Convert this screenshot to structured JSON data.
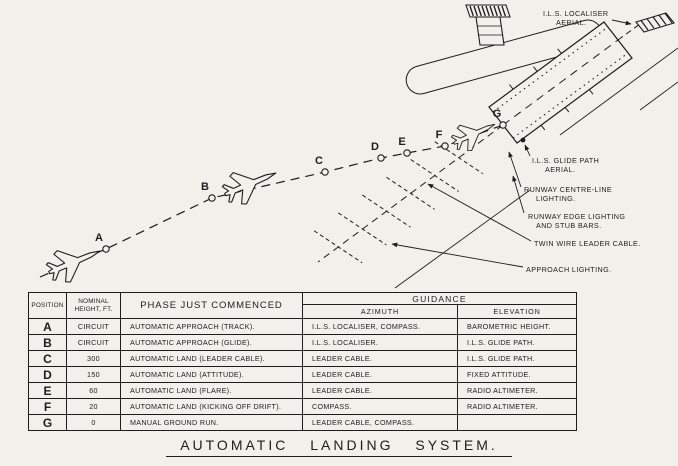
{
  "page": {
    "title": "AUTOMATIC LANDING SYSTEM."
  },
  "diagram": {
    "waypoints": {
      "a": "A",
      "b": "B",
      "c": "C",
      "d": "D",
      "e": "E",
      "f": "F",
      "g": "G"
    },
    "callouts": {
      "localiser_1": "I.L.S. LOCALISER",
      "localiser_2": "AERIAL.",
      "glidepath_1": "I.L.S. GLIDE PATH",
      "glidepath_2": "AERIAL.",
      "centreline_1": "RUNWAY CENTRE-LINE",
      "centreline_2": "LIGHTING.",
      "edge_1": "RUNWAY EDGE LIGHTING",
      "edge_2": "AND STUB BARS.",
      "leader_cable": "TWIN WIRE LEADER CABLE.",
      "approach_lighting": "APPROACH LIGHTING."
    }
  },
  "table": {
    "headers": {
      "position": "POSITION",
      "height": "NOMINAL HEIGHT, FT.",
      "phase": "PHASE JUST COMMENCED",
      "guidance": "GUIDANCE",
      "azimuth": "AZIMUTH",
      "elevation": "ELEVATION"
    },
    "rows": [
      {
        "position": "A",
        "height": "CIRCUIT",
        "phase": "AUTOMATIC APPROACH (TRACK).",
        "azimuth": "I.L.S. LOCALISER, COMPASS.",
        "elevation": "BAROMETRIC HEIGHT."
      },
      {
        "position": "B",
        "height": "CIRCUIT",
        "phase": "AUTOMATIC APPROACH (GLIDE).",
        "azimuth": "I.L.S. LOCALISER.",
        "elevation": "I.L.S. GLIDE PATH."
      },
      {
        "position": "C",
        "height": "300",
        "phase": "AUTOMATIC LAND (LEADER CABLE).",
        "azimuth": "LEADER CABLE.",
        "elevation": "I.L.S. GLIDE PATH."
      },
      {
        "position": "D",
        "height": "150",
        "phase": "AUTOMATIC LAND  (ATTITUDE).",
        "azimuth": "LEADER CABLE.",
        "elevation": "FIXED ATTITUDE."
      },
      {
        "position": "E",
        "height": "60",
        "phase": "AUTOMATIC LAND  (FLARE).",
        "azimuth": "LEADER CABLE.",
        "elevation": "RADIO ALTIMETER."
      },
      {
        "position": "F",
        "height": "20",
        "phase": "AUTOMATIC LAND (KICKING OFF DRIFT).",
        "azimuth": "COMPASS.",
        "elevation": "RADIO ALTIMETER."
      },
      {
        "position": "G",
        "height": "0",
        "phase": "MANUAL GROUND RUN.",
        "azimuth": "LEADER CABLE, COMPASS.",
        "elevation": ""
      }
    ]
  }
}
